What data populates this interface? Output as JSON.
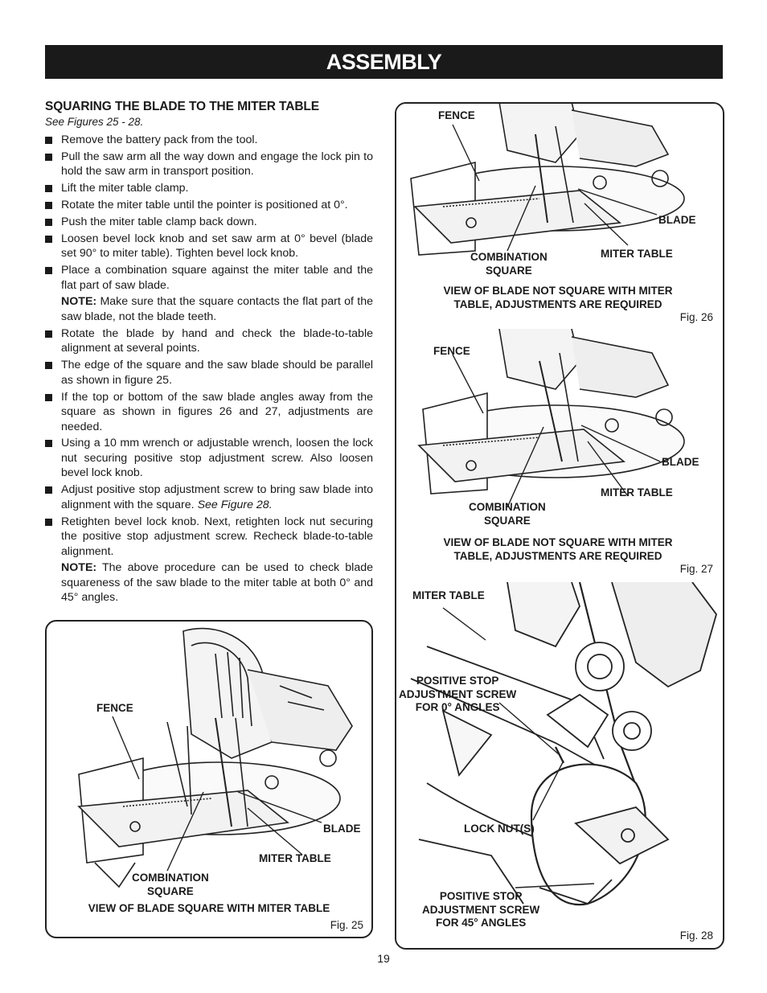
{
  "header": {
    "title": "ASSEMBLY"
  },
  "section": {
    "title": "SQUARING THE BLADE TO THE MITER TABLE",
    "see_figures": "See Figures 25 - 28."
  },
  "steps": [
    {
      "text": "Remove the battery pack from the tool."
    },
    {
      "text": "Pull the saw arm all the way down and engage the lock pin to hold the saw arm in transport position."
    },
    {
      "text": "Lift the miter table clamp."
    },
    {
      "text": "Rotate the miter table until the pointer is positioned at 0°."
    },
    {
      "text": "Push the miter table clamp back down."
    },
    {
      "text": "Loosen bevel lock knob and set saw arm at 0° bevel (blade set 90° to miter table). Tighten bevel lock knob."
    },
    {
      "text": "Place a combination square against the miter table and the flat part of saw blade.",
      "note_label": "NOTE:",
      "note_text": " Make sure that the square contacts the flat part of the saw blade, not the blade teeth."
    },
    {
      "text": "Rotate the blade by hand and check the blade-to-table alignment at several points."
    },
    {
      "text": "The edge of the square and the saw blade should be parallel as shown in figure 25."
    },
    {
      "text": "If the top or bottom of the saw blade angles away from the square as shown in figures 26 and 27, adjustments are needed."
    },
    {
      "text": "Using a 10 mm wrench or adjustable wrench, loosen the lock nut securing positive stop adjustment screw. Also loosen bevel lock knob."
    },
    {
      "text": "Adjust positive stop adjustment screw to bring saw blade into alignment with the square.",
      "italic_ref": " See Figure 28."
    },
    {
      "text": "Retighten bevel lock knob. Next, retighten lock nut securing the positive stop adjustment screw. Recheck blade-to-table alignment.",
      "note_label": "NOTE:",
      "note_text": " The above procedure can be used to check blade squareness of the saw blade to the miter table at both 0° and 45° angles."
    }
  ],
  "fig25": {
    "label": "Fig. 25",
    "fence": "FENCE",
    "blade": "BLADE",
    "miter_table": "MITER TABLE",
    "combination_square": "COMBINATION\nSQUARE",
    "caption": "VIEW OF BLADE SQUARE WITH MITER TABLE"
  },
  "fig26": {
    "label": "Fig. 26",
    "fence": "FENCE",
    "blade": "BLADE",
    "miter_table": "MITER TABLE",
    "combination_square": "COMBINATION\nSQUARE",
    "caption": "VIEW OF BLADE NOT SQUARE WITH MITER\nTABLE, ADJUSTMENTS ARE REQUIRED"
  },
  "fig27": {
    "label": "Fig. 27",
    "fence": "FENCE",
    "blade": "BLADE",
    "miter_table": "MITER TABLE",
    "combination_square": "COMBINATION\nSQUARE",
    "caption": "VIEW OF BLADE NOT SQUARE WITH MITER\nTABLE, ADJUSTMENTS ARE REQUIRED"
  },
  "fig28": {
    "label": "Fig. 28",
    "miter_table": "MITER TABLE",
    "positive_stop_0": "POSITIVE STOP\nADJUSTMENT SCREW\nFOR 0° ANGLES",
    "lock_nuts": "LOCK NUT(S)",
    "positive_stop_45": "POSITIVE STOP\nADJUSTMENT SCREW\nFOR 45° ANGLES"
  },
  "footer": {
    "page_number": "19"
  }
}
